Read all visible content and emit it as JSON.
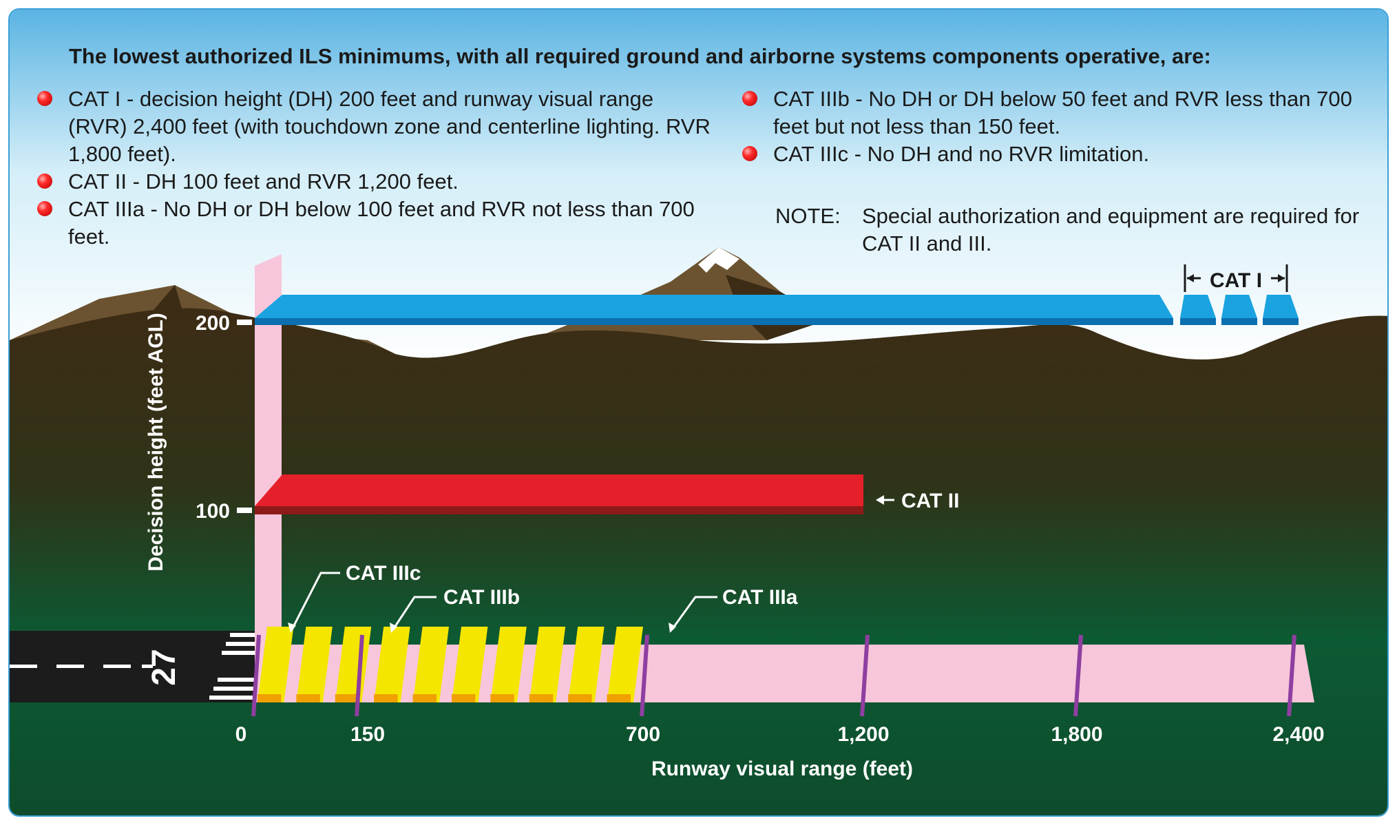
{
  "headline": "The lowest authorized ILS minimums, with all required ground and airborne systems components operative, are:",
  "bullets_left": [
    "CAT I - decision height (DH) 200 feet and runway visual range (RVR) 2,400 feet (with touchdown zone and centerline lighting. RVR 1,800 feet).",
    "CAT II - DH 100 feet and RVR 1,200 feet.",
    "CAT IIIa - No DH or DH below 100 feet and RVR not less than 700 feet."
  ],
  "bullets_right": [
    "CAT IIIb - No DH or DH below 50 feet and RVR less than 700 feet but not less than 150 feet.",
    "CAT IIIc - No DH and no RVR limitation."
  ],
  "note_label": "NOTE:",
  "note_text": "Special authorization and equipment are required for CAT II and III.",
  "runway_number": "27",
  "chart_data": {
    "type": "bar",
    "xlabel": "Runway visual range (feet)",
    "ylabel": "Decision height (feet AGL)",
    "x_ticks": [
      "0",
      "150",
      "700",
      "1,200",
      "1,800",
      "2,400"
    ],
    "y_ticks": [
      "200",
      "100"
    ],
    "categories": [
      "CAT I",
      "CAT II",
      "CAT IIIa",
      "CAT IIIb",
      "CAT IIIc"
    ],
    "series": [
      {
        "name": "CAT I",
        "dh": 200,
        "rvr": 2400,
        "color": "#1aa3e0"
      },
      {
        "name": "CAT II",
        "dh": 100,
        "rvr": 1200,
        "color": "#e5202a"
      },
      {
        "name": "CAT IIIa",
        "dh": 0,
        "rvr": 700,
        "color": "#f5e600"
      },
      {
        "name": "CAT IIIb",
        "dh": 0,
        "rvr": 150,
        "color": "#f5e600"
      },
      {
        "name": "CAT IIIc",
        "dh": 0,
        "rvr": 0,
        "color": "#f5e600"
      }
    ]
  },
  "colors": {
    "cat1_bar": "#1aa3e0",
    "cat2_bar": "#e5202a",
    "cat3_stripes": "#f5e600",
    "runway_zone": "#f7c6da",
    "marker_lines": "#8e3fa0",
    "ground_top": "#3b2b15",
    "ground_bottom": "#0a5a34"
  }
}
